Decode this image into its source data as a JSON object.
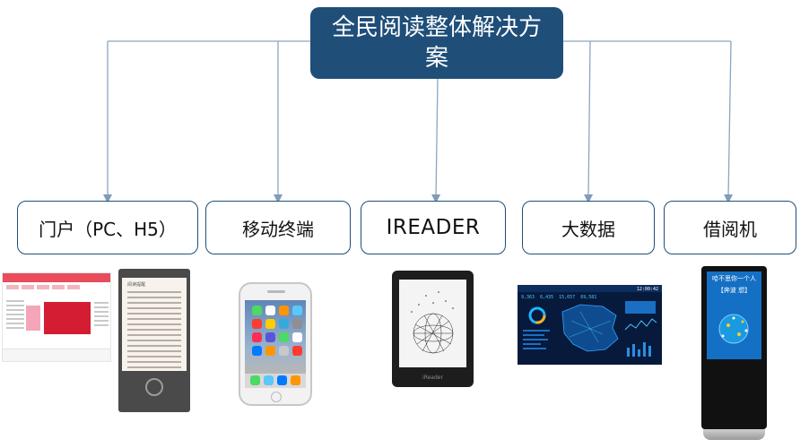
{
  "root": {
    "title": "全民阅读整体解决方案"
  },
  "nodes": [
    {
      "label": "门户（PC、H5）"
    },
    {
      "label": "移动终端"
    },
    {
      "label": "IREADER"
    },
    {
      "label": "大数据"
    },
    {
      "label": "借阅机"
    }
  ],
  "thumbnails": {
    "h5_section_title": "阅读提醒",
    "dashboard_stats": [
      "9,363",
      "6,435",
      "15,657",
      "69,581"
    ],
    "dashboard_clock": "12:00:42",
    "ereader_logo": "iReader",
    "kiosk_title": "哈不思你一个人",
    "kiosk_subtitle": "【奔波 想】"
  },
  "colors": {
    "primary": "#1f4e79",
    "connector": "#8aa6c1"
  }
}
